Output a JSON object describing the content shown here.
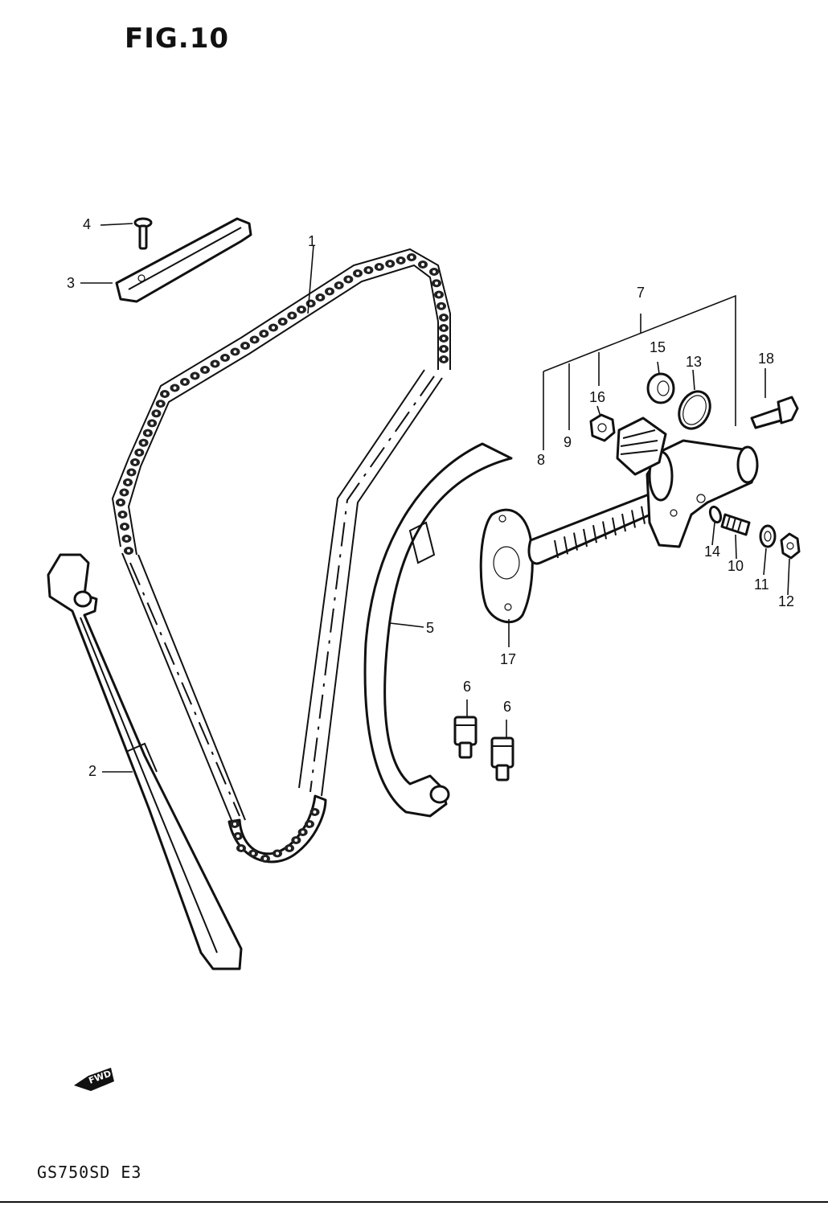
{
  "figure": {
    "title": "FIG.10",
    "model_code": "GS750SD  E3",
    "forward_label": "FWD"
  },
  "callouts": [
    "1",
    "2",
    "3",
    "4",
    "5",
    "6",
    "6",
    "7",
    "8",
    "9",
    "10",
    "11",
    "12",
    "13",
    "14",
    "15",
    "16",
    "17",
    "18"
  ]
}
